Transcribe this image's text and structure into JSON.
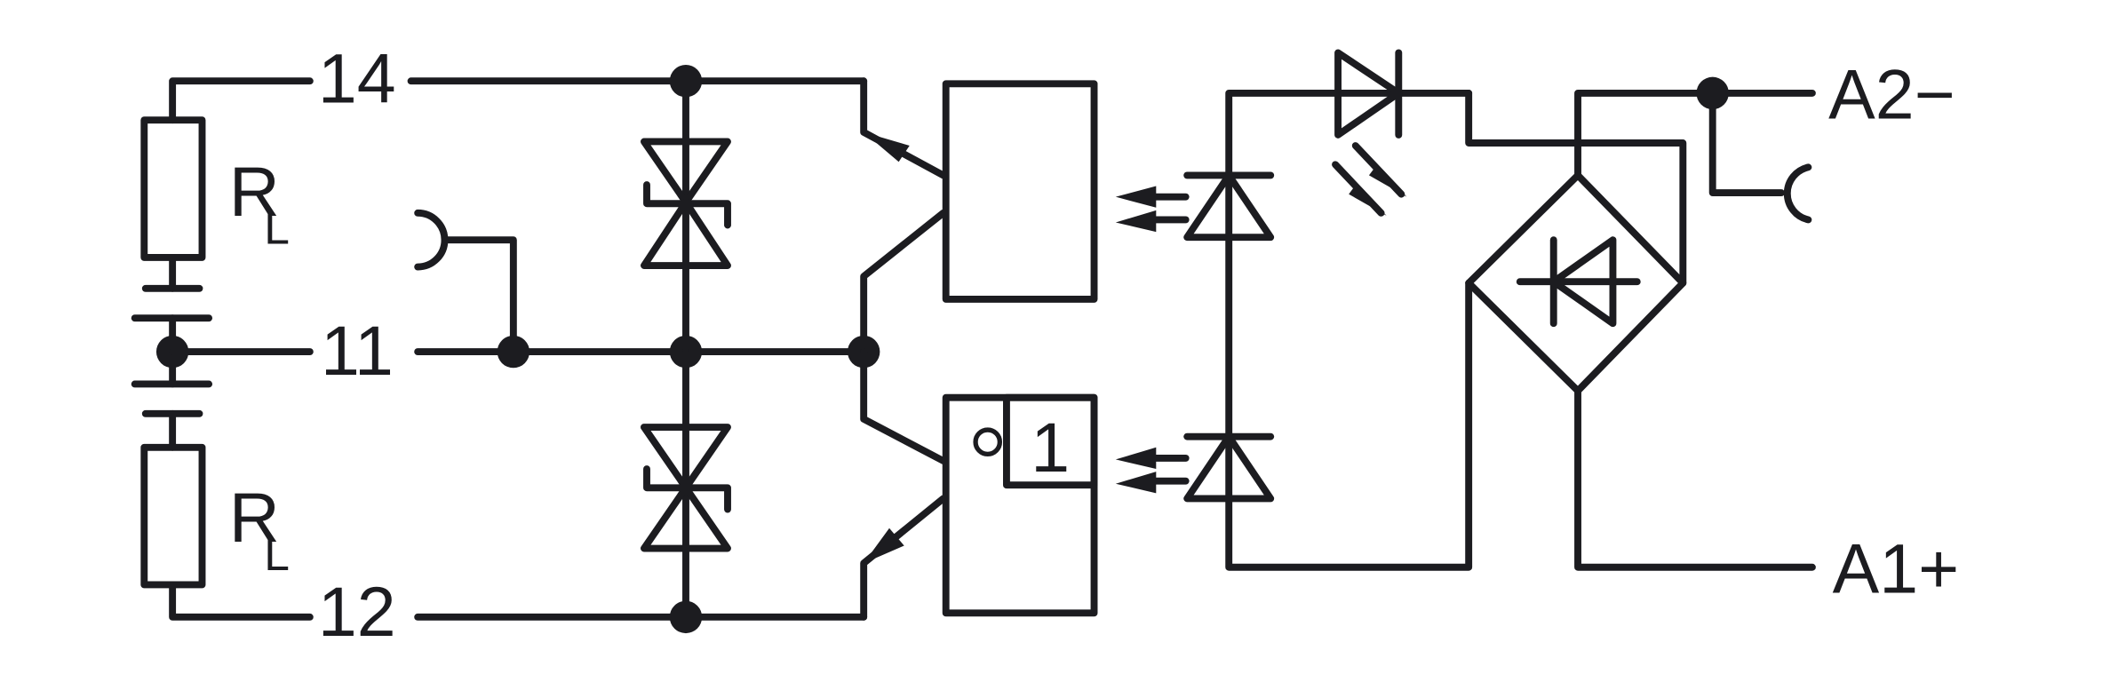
{
  "diagram": {
    "type": "circuit-schematic",
    "description": "Solid-state relay / optocoupler changeover output circuit",
    "colors": {
      "ink": "#1c1c20",
      "background": "#ffffff"
    },
    "terminals": {
      "t14": "14",
      "t11": "11",
      "t12": "12",
      "a2": "A2−",
      "a1": "A1+"
    },
    "loads": {
      "upper": {
        "label": "R",
        "subscript": "L"
      },
      "lower": {
        "label": "R",
        "subscript": "L"
      }
    },
    "logic_gate": {
      "label": "1"
    },
    "components": [
      "load-resistor-upper",
      "load-resistor-lower",
      "dc-supply",
      "tvs-diode-upper",
      "tvs-diode-lower",
      "transistor-upper",
      "transistor-lower",
      "driver-box-upper",
      "inverter-gate",
      "photodiode-upper",
      "photodiode-lower",
      "status-led",
      "bridge-rectifier",
      "coil-symbol-input",
      "coil-symbol-output"
    ]
  }
}
